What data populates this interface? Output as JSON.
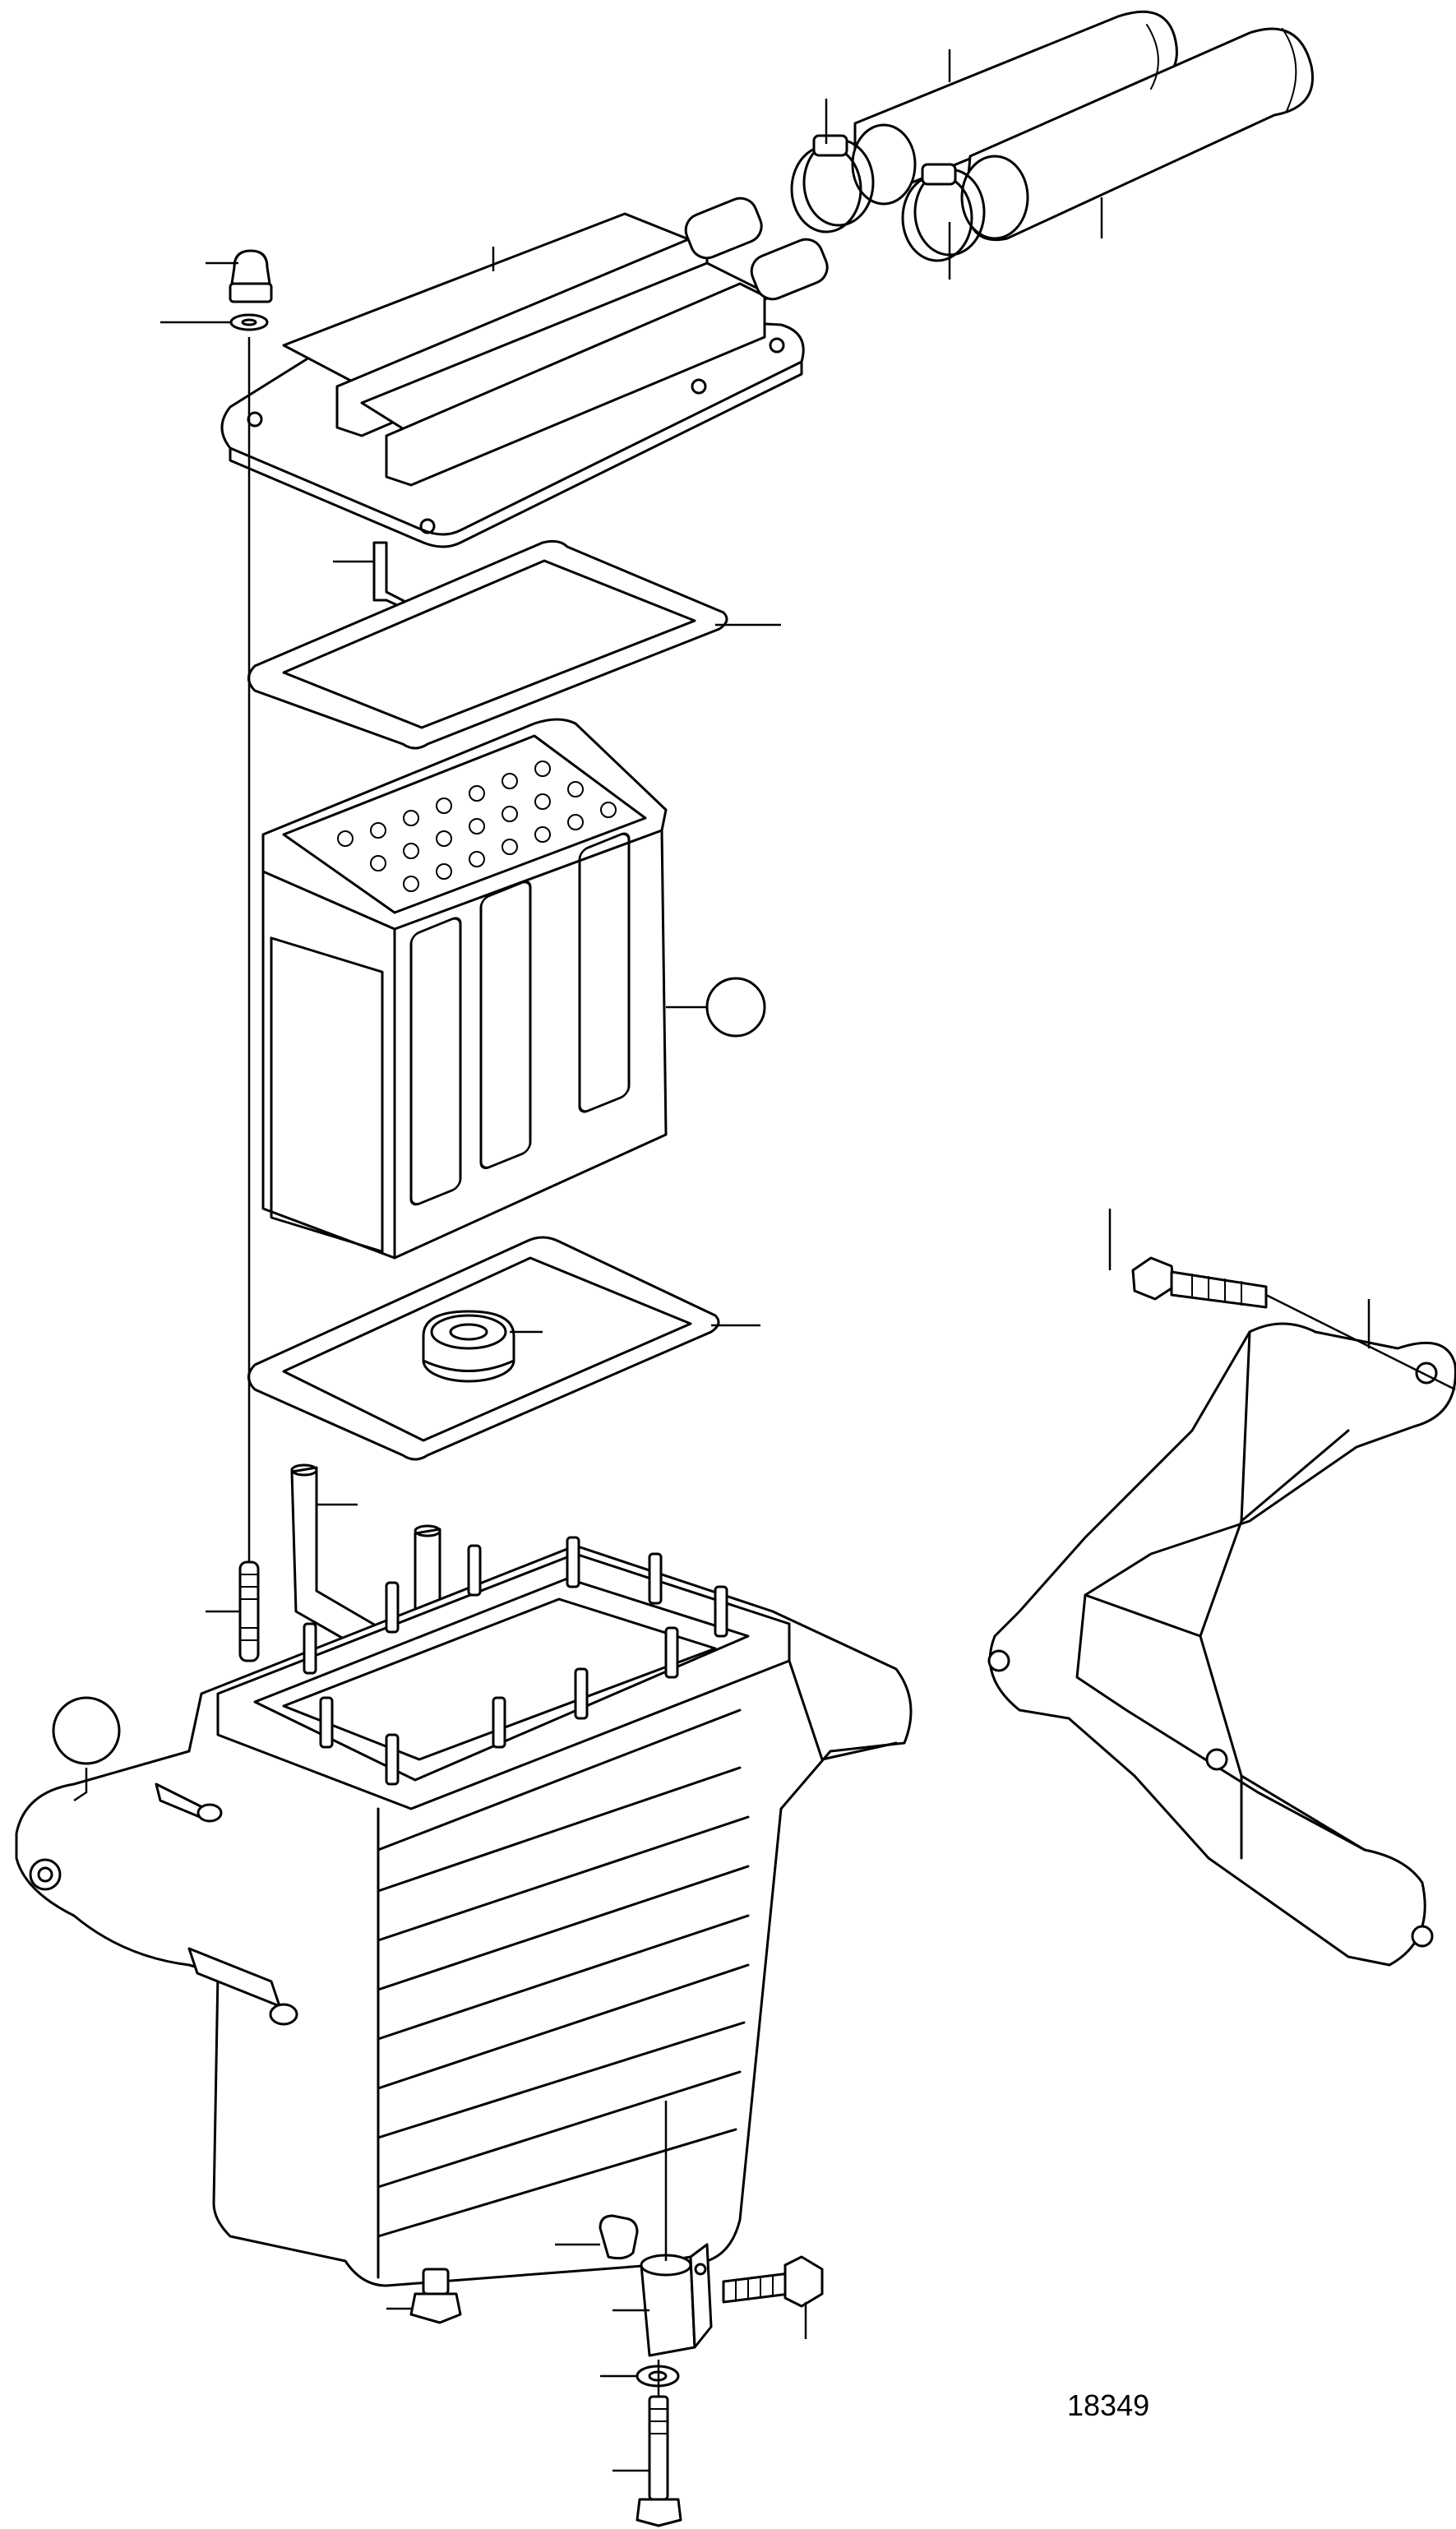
{
  "figure": {
    "number": "18349"
  },
  "parts": [
    "intercooler-housing-cover",
    "hoses",
    "hose-clamps",
    "cap-nut",
    "washer",
    "gasket-upper",
    "water-pipe-upper",
    "intercooler-core",
    "gasket-lower",
    "rubber-grommet",
    "water-pipe-lower",
    "stud",
    "intercooler-housing",
    "bracket",
    "bracket-bolt",
    "drain-plug",
    "sleeve",
    "spacer",
    "bolt",
    "long-bolt",
    "washer-lower"
  ],
  "colors": {
    "line": "#000000",
    "background": "#ffffff"
  }
}
